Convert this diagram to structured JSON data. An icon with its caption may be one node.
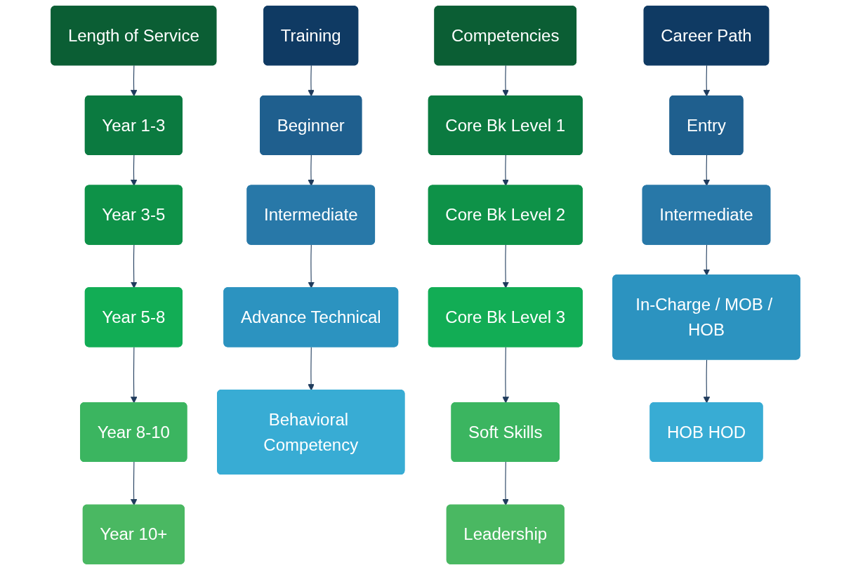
{
  "diagram": {
    "nodes": [
      {
        "text": [
          "Length of Service"
        ]
      },
      {
        "text": [
          "Year 1-3"
        ]
      },
      {
        "text": [
          "Year 3-5"
        ]
      },
      {
        "text": [
          "Year 5-8"
        ]
      },
      {
        "text": [
          "Year 8-10"
        ]
      },
      {
        "text": [
          "Year 10+"
        ]
      },
      {
        "text": [
          "Training"
        ]
      },
      {
        "text": [
          "Beginner"
        ]
      },
      {
        "text": [
          "Intermediate"
        ]
      },
      {
        "text": [
          "Advance Technical"
        ]
      },
      {
        "text": [
          "Behavioral Competency"
        ]
      },
      {
        "text": [
          "Competencies"
        ]
      },
      {
        "text": [
          "Core Bk Level 1"
        ]
      },
      {
        "text": [
          "Core Bk Level 2"
        ]
      },
      {
        "text": [
          "Core Bk Level 3"
        ]
      },
      {
        "text": [
          "Soft Skills"
        ]
      },
      {
        "text": [
          "Leadership"
        ]
      },
      {
        "text": [
          "Career Path"
        ]
      },
      {
        "text": [
          "Entry"
        ]
      },
      {
        "text": [
          "Intermediate"
        ]
      },
      {
        "text": [
          "In-Charge / MOB / HOB"
        ]
      },
      {
        "text": [
          "HOB HOD"
        ]
      }
    ],
    "edges": [
      {
        "from": 0,
        "to": 1,
        "arrow": "to"
      },
      {
        "from": 1,
        "to": 2,
        "arrow": "to"
      },
      {
        "from": 2,
        "to": 3,
        "arrow": "to"
      },
      {
        "from": 3,
        "to": 4,
        "arrow": "to"
      },
      {
        "from": 4,
        "to": 5,
        "arrow": "to"
      },
      {
        "from": 6,
        "to": 7,
        "arrow": "to"
      },
      {
        "from": 7,
        "to": 8,
        "arrow": "to"
      },
      {
        "from": 8,
        "to": 9,
        "arrow": "to"
      },
      {
        "from": 9,
        "to": 10,
        "arrow": "to"
      },
      {
        "from": 11,
        "to": 12,
        "arrow": "to"
      },
      {
        "from": 12,
        "to": 13,
        "arrow": "to"
      },
      {
        "from": 13,
        "to": 14,
        "arrow": "to"
      },
      {
        "from": 14,
        "to": 15,
        "arrow": "to"
      },
      {
        "from": 15,
        "to": 16,
        "arrow": "to"
      },
      {
        "from": 17,
        "to": 18,
        "arrow": "to"
      },
      {
        "from": 18,
        "to": 19,
        "arrow": "to"
      },
      {
        "from": 19,
        "to": 20,
        "arrow": "to"
      },
      {
        "from": 20,
        "to": 21,
        "arrow": "to"
      }
    ]
  }
}
